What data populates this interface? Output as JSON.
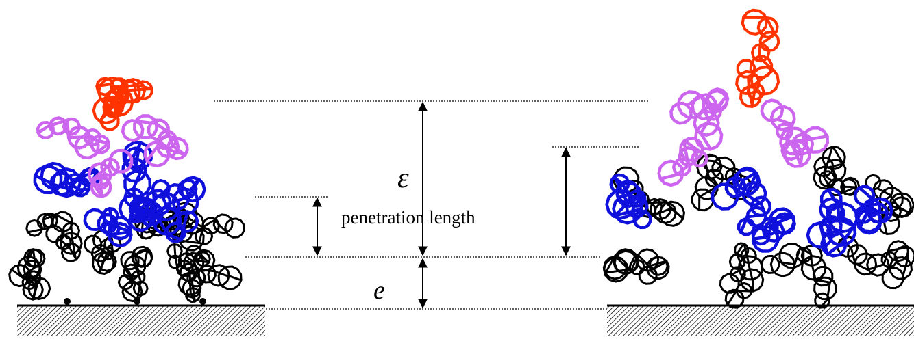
{
  "labels": {
    "epsilon": "ε",
    "penetration": "penetration length",
    "e": "e"
  },
  "colors": {
    "red_layer": "#ff3300",
    "violet_layer": "#cc66ee",
    "blue_layer": "#1010dd",
    "black_layer": "#000000",
    "substrate_hatch": "#000000"
  }
}
